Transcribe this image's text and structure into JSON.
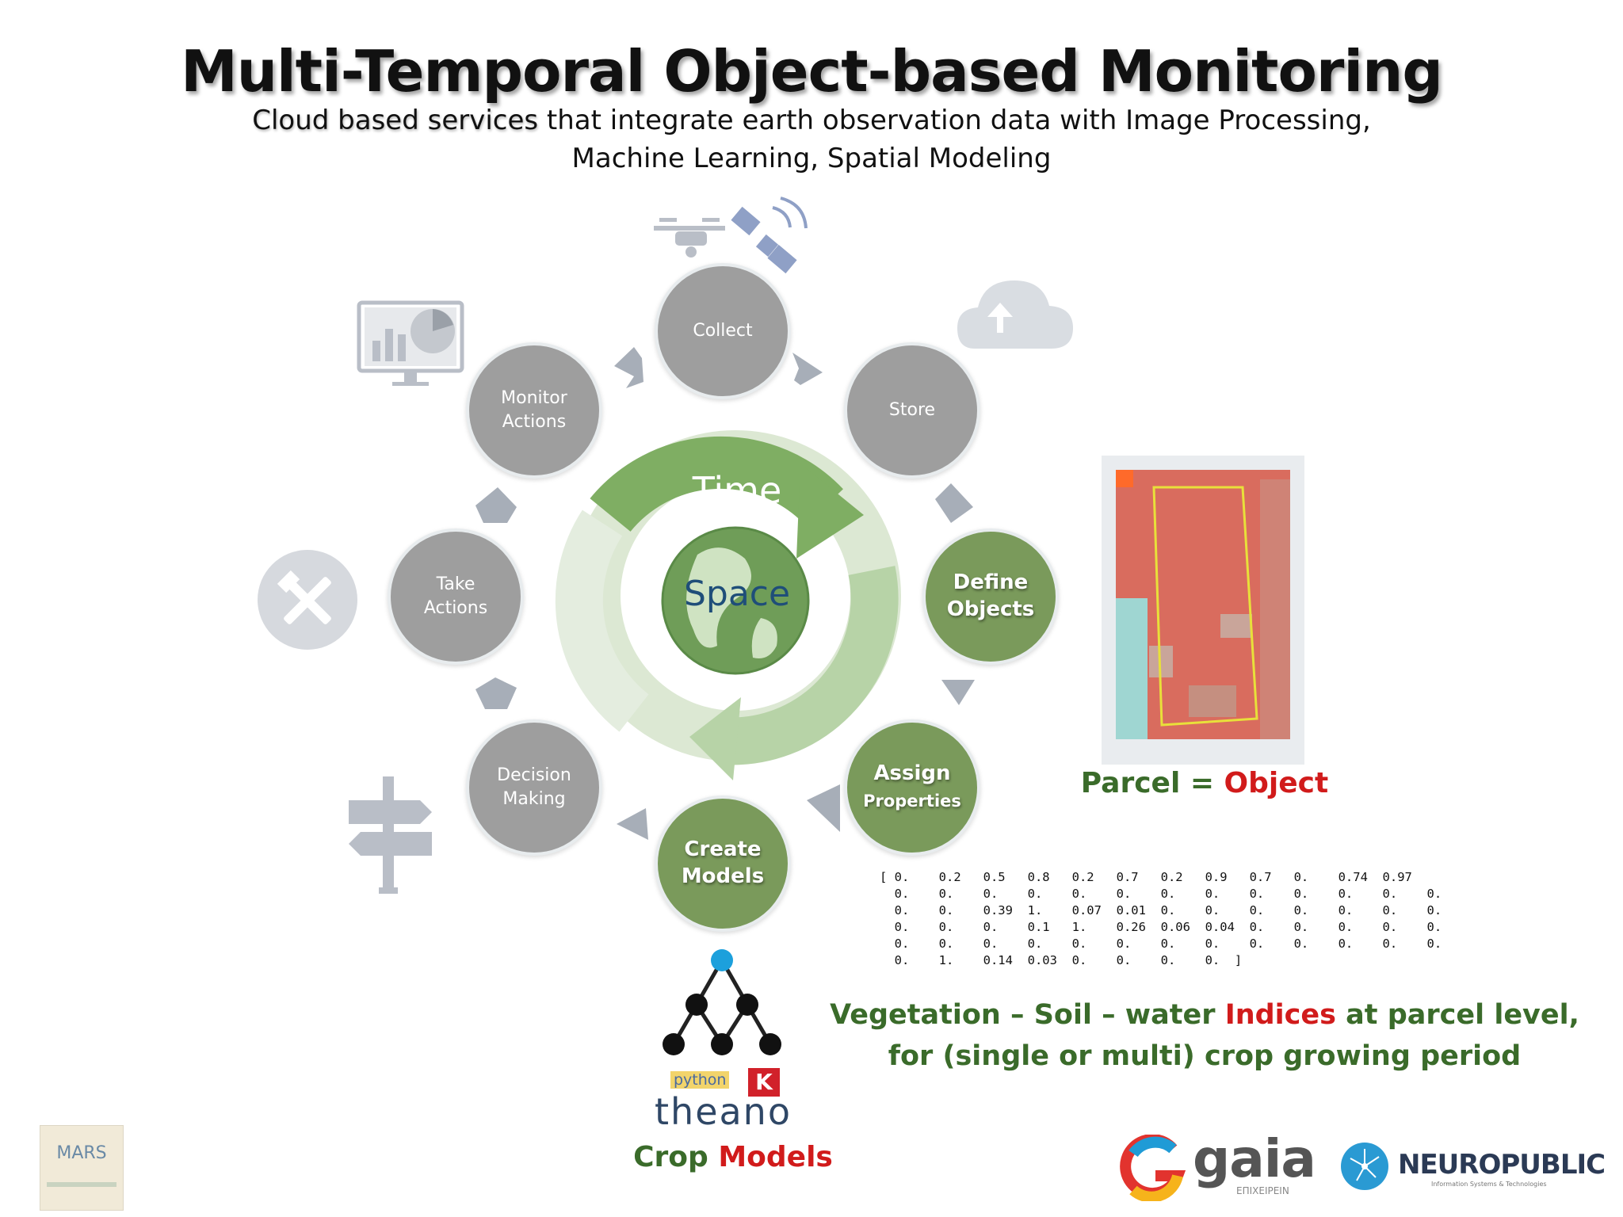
{
  "title": "Multi-Temporal Object-based Monitoring",
  "subtitle": {
    "line1_bold": "Cloud based services",
    "line1_rest": " that integrate earth observation data with Image Processing,",
    "line2": "Machine Learning, Spatial Modeling"
  },
  "cycle": {
    "center_time": "Time",
    "center_space": "Space",
    "nodes": {
      "collect": "Collect",
      "store": "Store",
      "define_l1": "Define",
      "define_l2": "Objects",
      "assign_l1": "Assign",
      "assign_l2": "Properties",
      "create_l1": "Create",
      "create_l2": "Models",
      "decision_l1": "Decision",
      "decision_l2": "Making",
      "take_l1": "Take",
      "take_l2": "Actions",
      "monitor_l1": "Monitor",
      "monitor_l2": "Actions"
    }
  },
  "parcel": {
    "left": "Parcel = ",
    "right": "Object"
  },
  "matrix": [
    "[ 0.    0.2   0.5   0.8   0.2   0.7   0.2   0.9   0.7   0.    0.74  0.97",
    "  0.    0.    0.    0.    0.    0.    0.    0.    0.    0.    0.    0.    0.",
    "  0.    0.    0.39  1.    0.07  0.01  0.    0.    0.    0.    0.    0.    0.",
    "  0.    0.    0.    0.1   1.    0.26  0.06  0.04  0.    0.    0.    0.    0.",
    "  0.    0.    0.    0.    0.    0.    0.    0.    0.    0.    0.    0.    0.",
    "  0.    1.    0.14  0.03  0.    0.    0.    0.  ]"
  ],
  "vegetation": {
    "l1_a": "Vegetation – Soil – water ",
    "l1_b": "Indices",
    "l1_c": " at parcel level,",
    "l2": "for (single or multi) crop growing period"
  },
  "crop": {
    "a": "Crop ",
    "b": "Models"
  },
  "logos": {
    "python": "python",
    "keras": "K",
    "theano": "theano",
    "gaia": "gaia",
    "gaia_sub": "ΕΠΙΧΕΙΡΕΙΝ",
    "neuropublic": "NEUROPUBLIC",
    "neuropublic_sub": "Information Systems & Technologies",
    "mars": "MARS"
  },
  "colors": {
    "gray_node": "#9e9e9e",
    "green_node": "#7a9a5b",
    "green_text": "#3a6b2a",
    "red_text": "#d11b1b",
    "arrow": "#a7aeb8"
  }
}
